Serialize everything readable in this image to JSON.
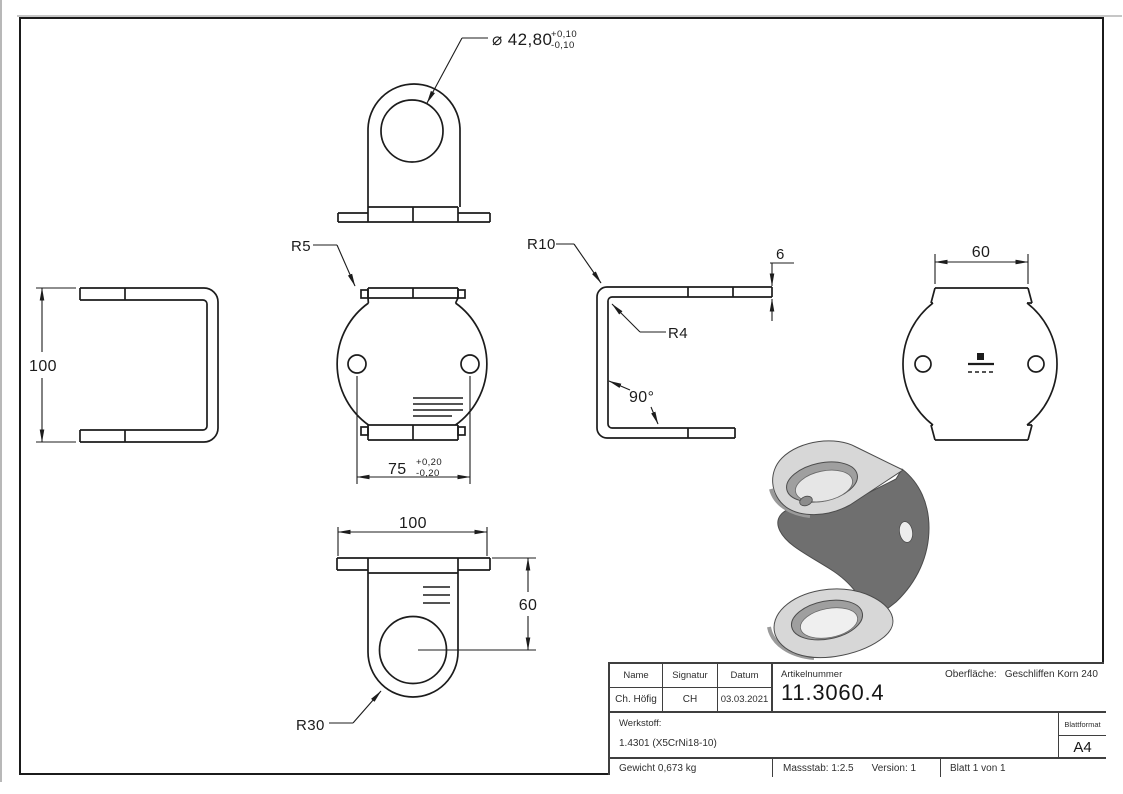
{
  "views": {
    "top": {
      "diameter": "⌀ 42,80",
      "diameter_tol_plus": "+0,10",
      "diameter_tol_minus": "-0,10"
    },
    "left": {
      "height": "100"
    },
    "front": {
      "corner_radius": "R5",
      "hole_spacing": "75",
      "hole_spacing_tol_plus": "+0,20",
      "hole_spacing_tol_minus": "-0,20"
    },
    "side": {
      "outer_radius": "R10",
      "inner_radius": "R4",
      "bend_angle": "90°",
      "thickness": "6"
    },
    "rear": {
      "flange_width": "60"
    },
    "bottom": {
      "flange_length": "100",
      "depth": "60",
      "body_radius": "R30"
    }
  },
  "title_block": {
    "name_label": "Name",
    "name_value": "Ch. Höfig",
    "signature_label": "Signatur",
    "signature_value": "CH",
    "date_label": "Datum",
    "date_value": "03.03.2021",
    "article_label": "Artikelnummer",
    "article_number": "11.3060.4",
    "surface_label": "Oberfläche:",
    "surface_value": "Geschliffen Korn 240",
    "material_label": "Werkstoff:",
    "material_value": "1.4301 (X5CrNi18-10)",
    "sheet_format_label": "Blattformat",
    "sheet_format_value": "A4",
    "weight": "Gewicht 0,673 kg",
    "scale": "Massstab: 1:2.5",
    "version": "Version: 1",
    "sheet": "Blatt 1 von 1"
  },
  "colors": {
    "line": "#1c1c1c",
    "table_line": "#3f3f3f",
    "flange_gray": "#d7d7d7",
    "web_gray": "#6f6f6f",
    "hole_rim_gray": "#9f9f9f"
  }
}
